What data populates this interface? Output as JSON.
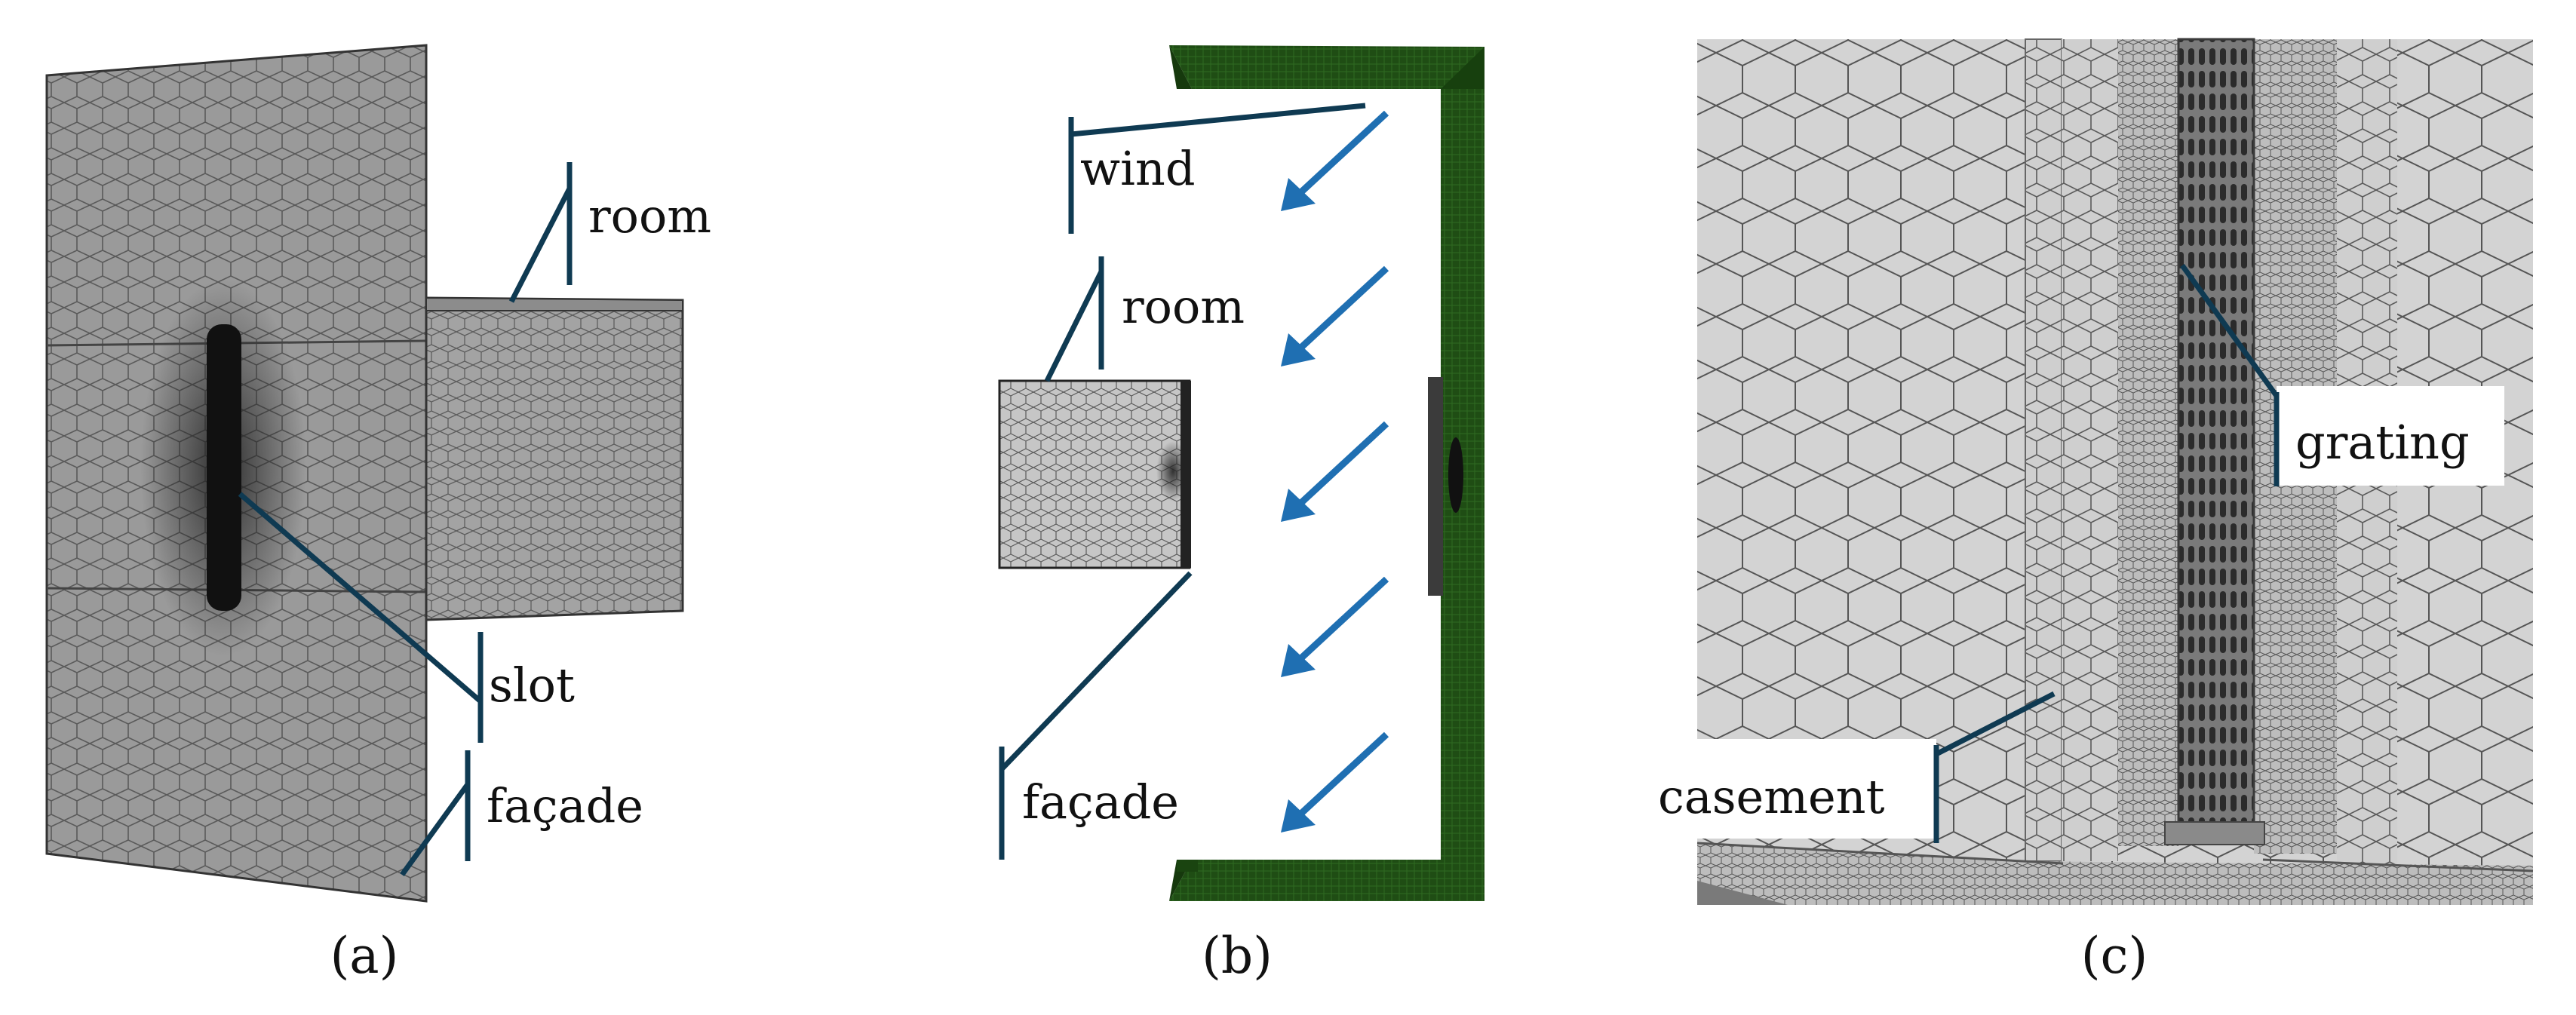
{
  "colors": {
    "leader": "#0f3a52",
    "arrow": "#1f6fb2",
    "mesh_gray": "#8f8f8f",
    "mesh_light": "#cfcfcf",
    "mesh_green": "#1c4a12"
  },
  "panels": {
    "a": {
      "caption": "(a)",
      "labels": {
        "room": "room",
        "slot": "slot",
        "facade": "façade"
      }
    },
    "b": {
      "caption": "(b)",
      "labels": {
        "wind": "wind",
        "room": "room",
        "facade": "façade"
      },
      "wind_arrow_count": 5,
      "wind_arrow_icon": "arrow-down-left-icon"
    },
    "c": {
      "caption": "(c)",
      "labels": {
        "grating": "grating",
        "casement": "casement"
      }
    }
  }
}
